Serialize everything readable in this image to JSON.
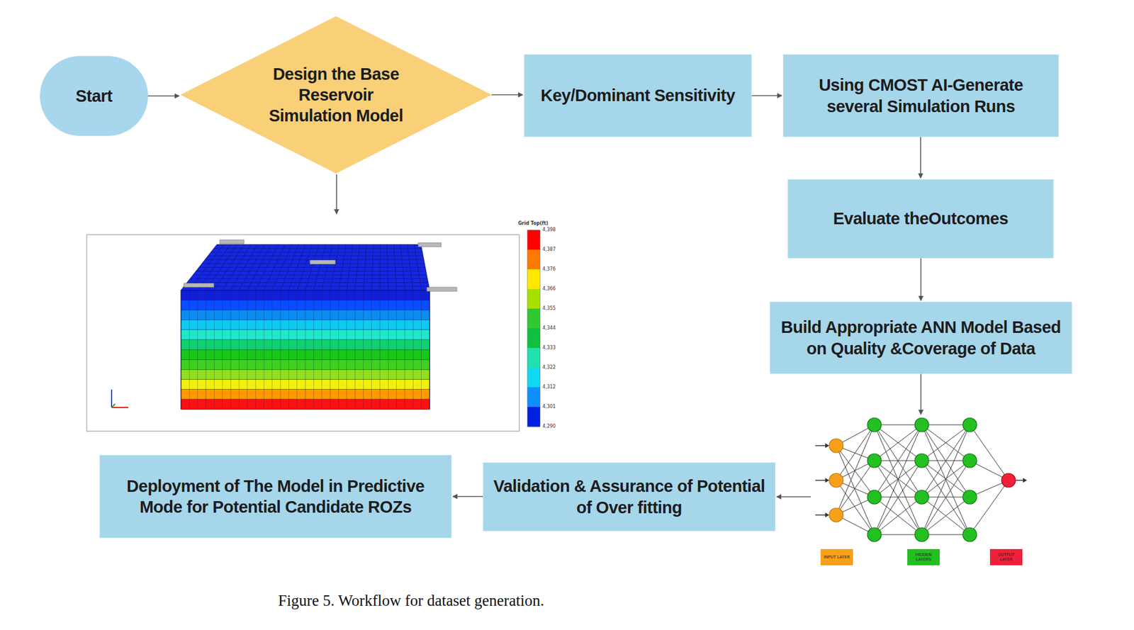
{
  "diagram": {
    "caption": "Figure 5. Workflow for dataset generation.",
    "nodes": [
      {
        "text": [
          "Start"
        ]
      },
      {
        "text": [
          "Design the Base Reservoir Simulation Model"
        ]
      },
      {
        "text": [
          "Key/Dominant Sensitivity"
        ]
      },
      {
        "text": [
          "Using CMOST AI-Generate several Simulation Runs"
        ]
      },
      {
        "text": [
          "Evaluate theOutcomes"
        ]
      },
      {
        "text": [
          "Build Appropriate ANN Model Based on Quality &Coverage of Data"
        ]
      },
      {
        "text": [
          "Validation & Assurance of Potential of Over fitting"
        ]
      },
      {
        "text": [
          "Deployment of The Model in Predictive Mode for Potential Candidate ROZs"
        ]
      }
    ],
    "edges": [
      {
        "from": 0,
        "to": 1,
        "arrow": "to"
      },
      {
        "from": 1,
        "to": 2,
        "arrow": "to"
      },
      {
        "from": 2,
        "to": 3,
        "arrow": "to"
      },
      {
        "from": 3,
        "to": 4,
        "arrow": "to"
      },
      {
        "from": 4,
        "to": 5,
        "arrow": "to"
      },
      {
        "from": 5,
        "to": 6,
        "arrow": "to"
      },
      {
        "from": 6,
        "to": 7,
        "arrow": "to"
      }
    ],
    "labels": [
      "Grid Top(ft)",
      "4,398",
      "4,387",
      "4,376",
      "4,366",
      "4,355",
      "4,344",
      "4,333",
      "4,322",
      "4,312",
      "4,301",
      "4,290"
    ],
    "legend": [
      {
        "text": "INPUT LAYER",
        "color": "#f7a11a"
      },
      {
        "text": "HIDDEN LAYERS",
        "color": "#22c020"
      },
      {
        "text": "OUTPUT LAYER",
        "color": "#f0203a"
      }
    ]
  }
}
